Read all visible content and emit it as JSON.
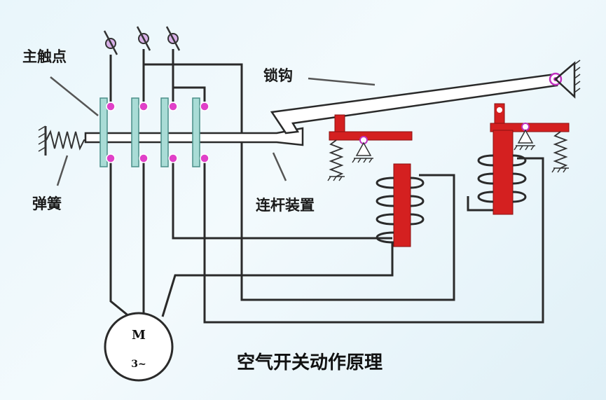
{
  "labels": {
    "main_contact": "主触点",
    "latch": "锁钩",
    "spring": "弹簧",
    "linkage": "连杆装置"
  },
  "motor": {
    "name": "M",
    "phase": "3~"
  },
  "caption": "空气开关动作原理",
  "colors": {
    "wire": "#2a2a2a",
    "coil": "#d42020",
    "contact_bar": "#a9dcd6",
    "terminal": "#e040c8",
    "background": "#eaf6fb"
  }
}
